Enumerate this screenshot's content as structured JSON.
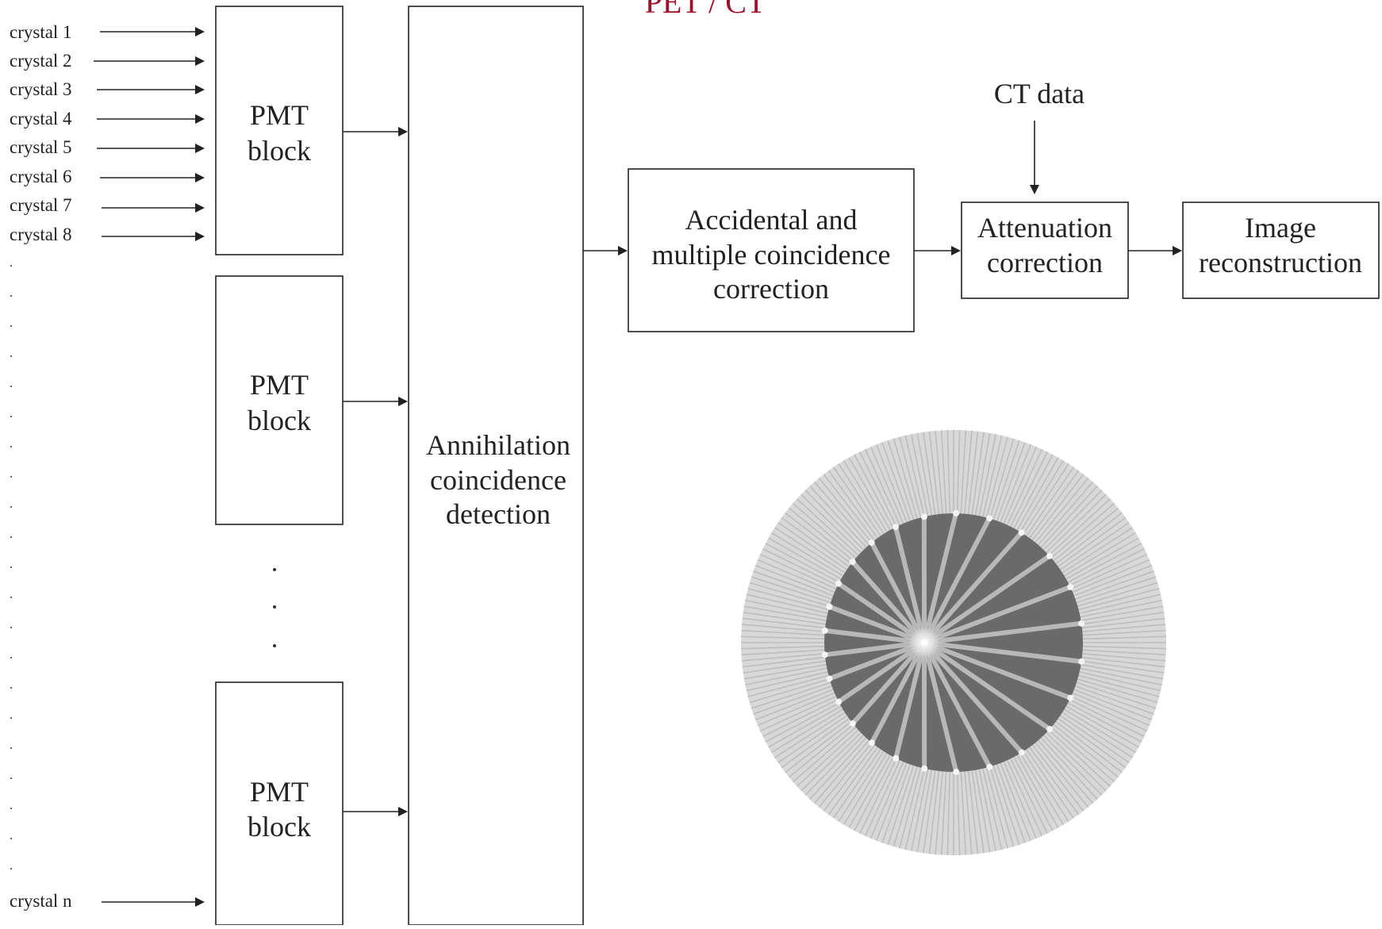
{
  "title": "PET / CT",
  "crystals": [
    "crystal 1",
    "crystal 2",
    "crystal 3",
    "crystal 4",
    "crystal 5",
    "crystal 6",
    "crystal 7",
    "crystal 8"
  ],
  "crystal_last": "crystal n",
  "pmt_label": [
    "PMT",
    "block"
  ],
  "annihilation_label": [
    "Annihilation",
    "coincidence",
    "detection"
  ],
  "accidental_label": [
    "Accidental and",
    "multiple coincidence",
    "correction"
  ],
  "ct_data_label": "CT data",
  "attenuation_label": [
    "Attenuation",
    "correction"
  ],
  "image_label": [
    "Image",
    "reconstruction"
  ],
  "colors": {
    "title": "#a10f2b",
    "ring_dark": "#6a6a6a",
    "ring_light": "#c9c9c9",
    "lines": "#222222"
  }
}
